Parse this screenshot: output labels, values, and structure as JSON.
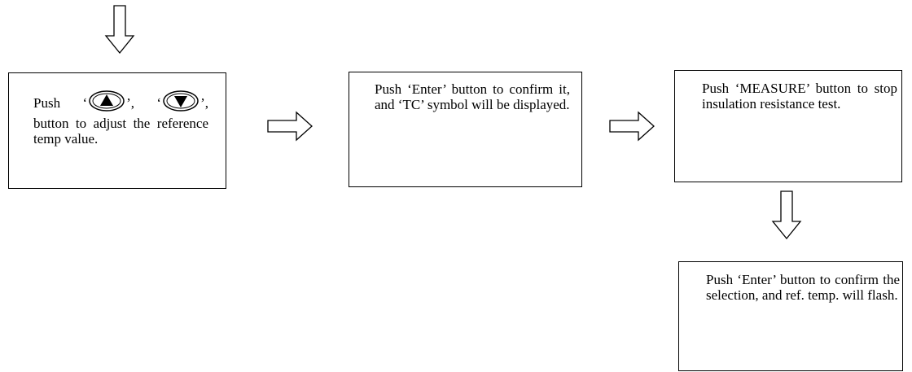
{
  "steps": {
    "adjust": {
      "push": "Push",
      "open_quote": "‘",
      "sep": "’, ‘",
      "close": "’,",
      "rest": "button to adjust the reference temp value.",
      "up_icon": "up-triangle-button",
      "down_icon": "down-triangle-button"
    },
    "confirm_tc": "Push ‘Enter’ button to confirm it, and ‘TC’ symbol will be displayed.",
    "measure_stop": "Push ‘MEASURE’ button to stop insulation resistance test.",
    "confirm_selection": "Push ‘Enter’ button to confirm the selection, and ref. temp. will flash."
  },
  "colors": {
    "line": "#000000",
    "background": "#ffffff"
  },
  "arrows": [
    "down",
    "right",
    "right",
    "down"
  ]
}
